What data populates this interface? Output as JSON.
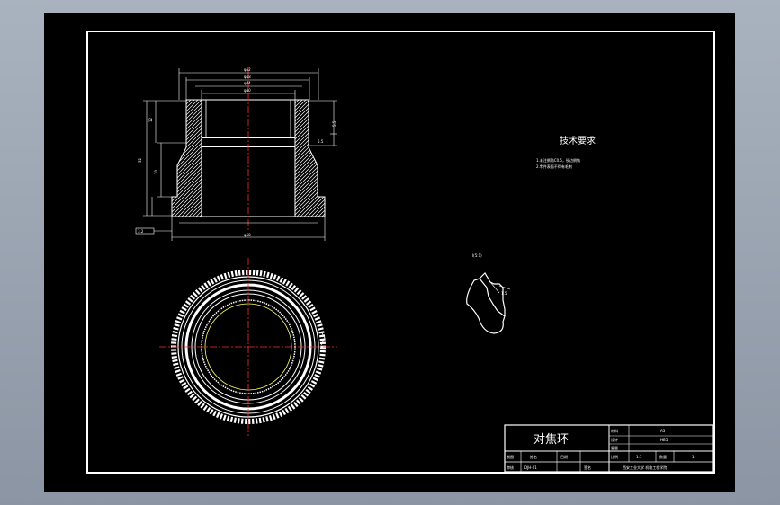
{
  "tech_requirements": {
    "title": "技术要求",
    "items": [
      "1.未注倒角C0.5，锐边倒钝",
      "2.零件表面不得有毛刺"
    ]
  },
  "detail_label": "I(5:1)",
  "title_block": {
    "part_name": "对焦环",
    "material_label": "材料",
    "material_value": "A3",
    "ratio_label": "比例",
    "ratio_value": "1:1",
    "qty_label": "数量",
    "qty_value": "1",
    "drawn_label": "制图",
    "checked_label": "审核",
    "name_label": "姓名",
    "sign_label": "签名",
    "date_label": "日期",
    "school": "西安工业大学 机电工程学院",
    "drawing_no": "DJH-01",
    "weight_label": "重量",
    "design_label": "设计",
    "design_value": "HB5"
  },
  "colors": {
    "background": "#000000",
    "lines": "#ffffff",
    "centerline": "#ff2a2a",
    "hidden": "#ffff66",
    "dimension": "#ffffff"
  }
}
